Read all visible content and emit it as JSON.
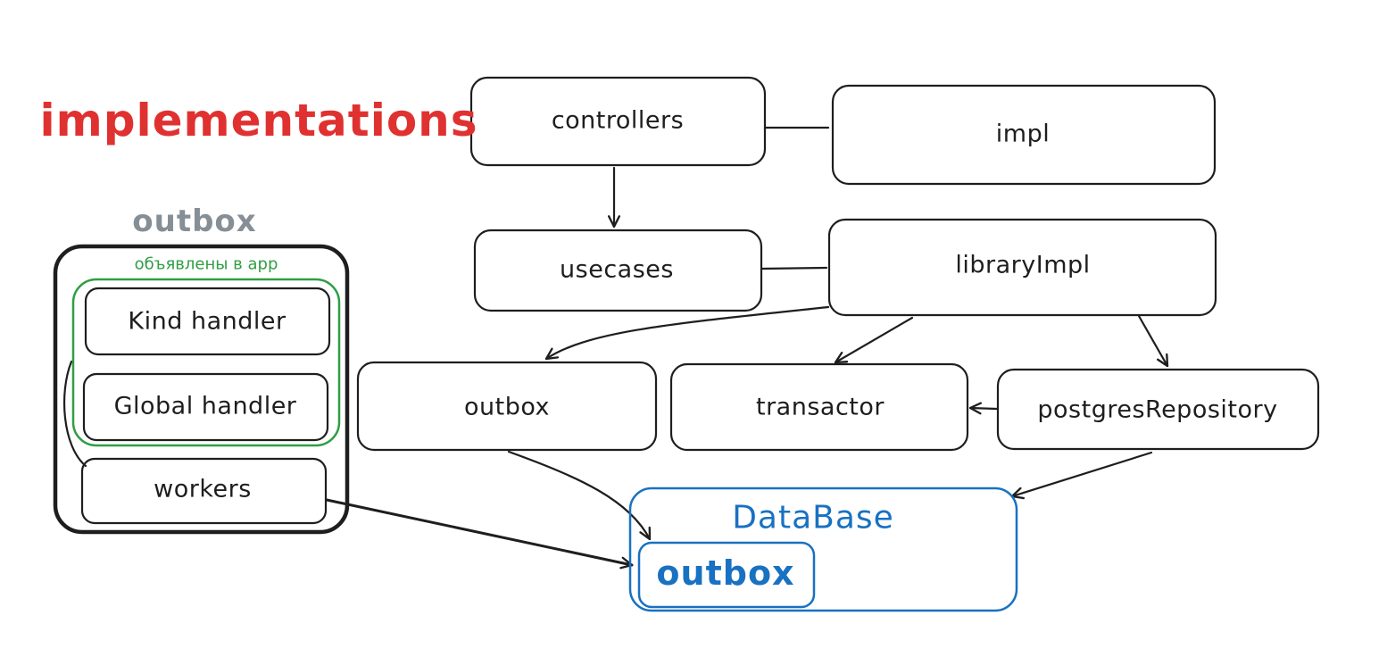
{
  "title": "implementations",
  "colors": {
    "title": "#e03131",
    "db": "#1971c2",
    "note": "#2f9e44",
    "group_title": "#868e96",
    "stroke": "#1e1e1e"
  },
  "nodes": {
    "controllers": "controllers",
    "impl": "impl",
    "usecases": "usecases",
    "libraryImpl": "libraryImpl",
    "outbox": "outbox",
    "transactor": "transactor",
    "postgresRepository": "postgresRepository"
  },
  "outbox_group": {
    "title": "outbox",
    "note": "объявлены в app",
    "kind_handler": "Kind handler",
    "global_handler": "Global handler",
    "workers": "workers"
  },
  "database": {
    "title": "DataBase",
    "inner": "outbox"
  }
}
